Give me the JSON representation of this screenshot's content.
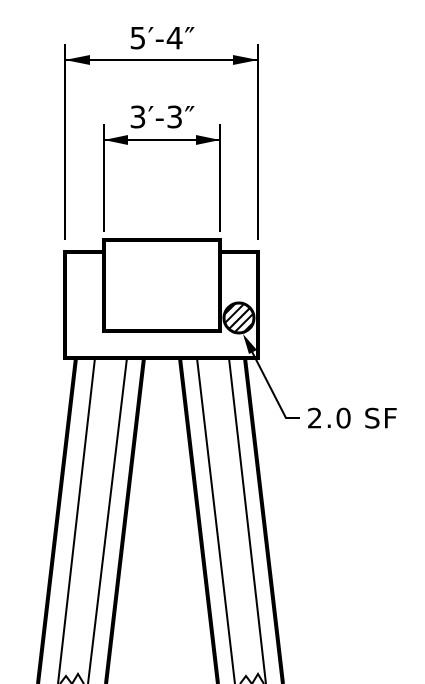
{
  "dimensions": {
    "overall_width": "5′-4″",
    "inner_width": "3′-3″"
  },
  "callout": {
    "label": "2.0 SF"
  },
  "colors": {
    "line": "#000000",
    "background": "#ffffff"
  }
}
